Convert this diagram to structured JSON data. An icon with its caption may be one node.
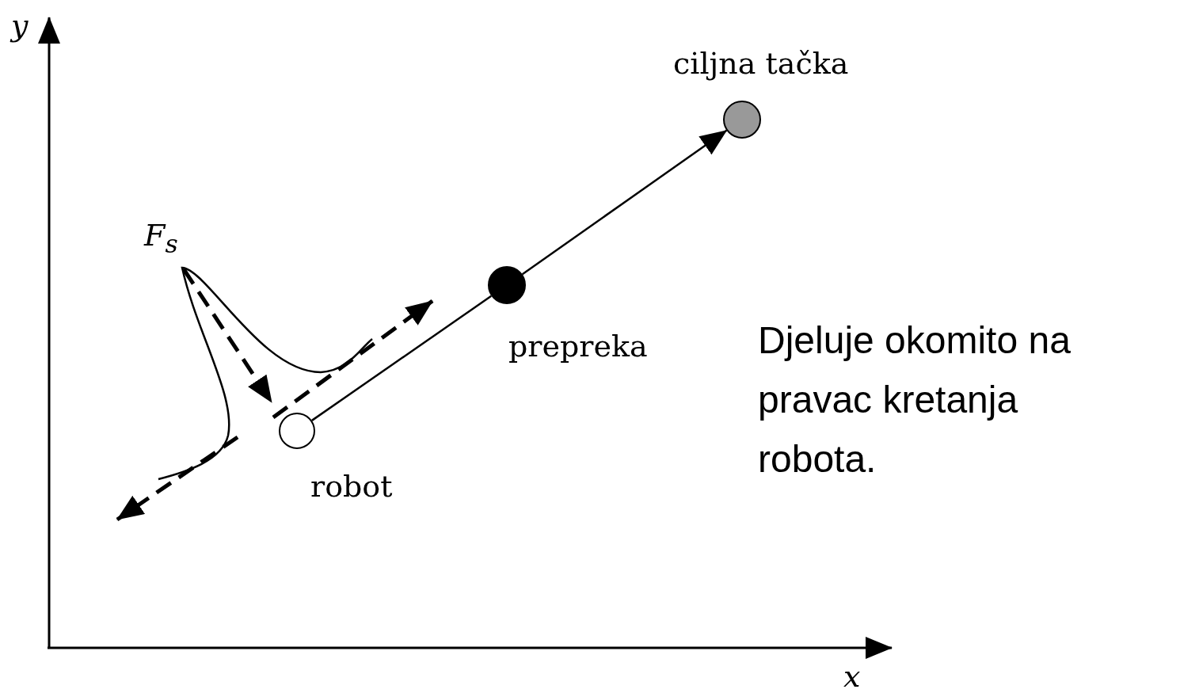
{
  "diagram": {
    "nodes": [
      {
        "text": [],
        "shape": "circle",
        "beside": [
          "robot"
        ]
      },
      {
        "text": [],
        "shape": "circle",
        "beside": [
          "prepreka"
        ]
      },
      {
        "text": [],
        "shape": "circle",
        "beside": [
          "ciljna tačka"
        ]
      }
    ],
    "edges": [
      {
        "from": 0,
        "to": 1,
        "arrow": "none"
      },
      {
        "from": 1,
        "to": 2,
        "arrow": "to"
      }
    ],
    "labels": [
      "y",
      "x",
      "F$_{s}$",
      "Djeluje okomito na pravac kretanja robota."
    ]
  }
}
